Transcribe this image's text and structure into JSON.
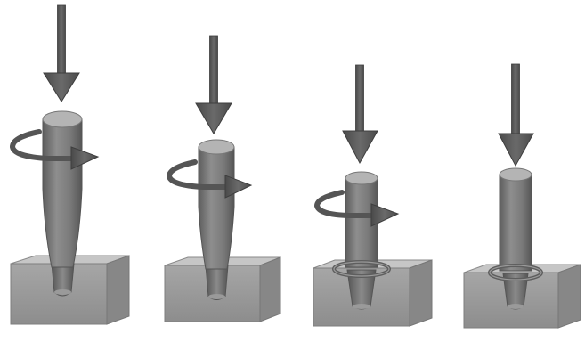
{
  "figure": {
    "background": "#ffffff",
    "palette": {
      "arrow": "#5b5b5b",
      "arrow_edge": "#3e3e3e",
      "tool_body": "#7b7b7b",
      "tool_top": "#a9a9a9",
      "block_top": "#c4c4c4",
      "block_front": "#9e9e9e",
      "block_side": "#838383",
      "ring": "#6d6d6d"
    },
    "stages": [
      {
        "id": 1,
        "rotation_arrow": true,
        "ring": false,
        "insertion": "deep"
      },
      {
        "id": 2,
        "rotation_arrow": true,
        "ring": false,
        "insertion": "partial"
      },
      {
        "id": 3,
        "rotation_arrow": true,
        "ring": true,
        "insertion": "shallow"
      },
      {
        "id": 4,
        "rotation_arrow": false,
        "ring": true,
        "insertion": "shallow"
      }
    ]
  }
}
